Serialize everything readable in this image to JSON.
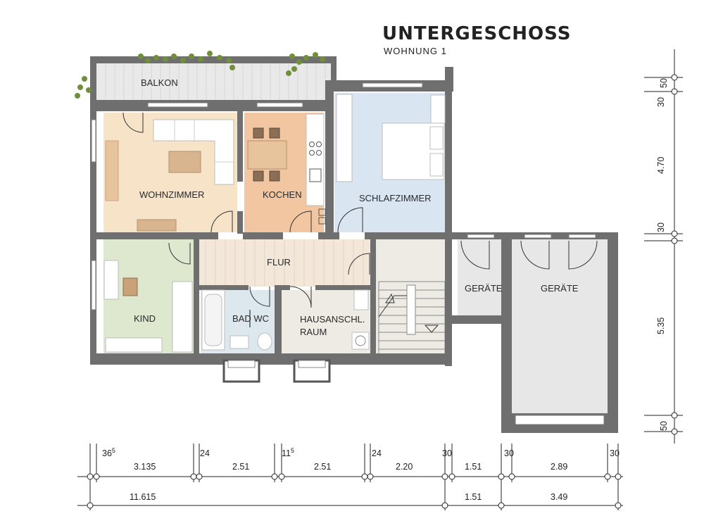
{
  "header": {
    "title": "UNTERGESCHOSS",
    "subtitle": "WOHNUNG 1"
  },
  "rooms": {
    "balkon": "BALKON",
    "wohnzimmer": "WOHNZIMMER",
    "kochen": "KOCHEN",
    "schlafzimmer": "SCHLAFZIMMER",
    "flur": "FLUR",
    "kind": "KIND",
    "bad_wc": "BAD WC",
    "hausanschl_line1": "HAUSANSCHL.",
    "hausanschl_line2": "RAUM",
    "geraete_small": "GERÄTE",
    "geraete_large": "GERÄTE"
  },
  "colors": {
    "wohnzimmer": "#f6e3c8",
    "kochen": "#f2c6a0",
    "schlafzimmer": "#d9e5f1",
    "flur": "#f2e7d8",
    "kind": "#dde8cf",
    "bad": "#dde7ee",
    "hausanschl": "#eeebe5",
    "treppe": "#eeebe5",
    "geraete": "#e7e7e7",
    "balkon": "#e9e9e9",
    "wall": "#6f6f6f"
  },
  "dimensions": {
    "right": {
      "d1": "50",
      "d2": "30",
      "d3": "4.70",
      "d4": "30",
      "d5": "5.35",
      "d6": "50"
    },
    "bottom_top": {
      "w1": "36",
      "w1_sup": "5",
      "w2": "24",
      "w3": "11",
      "w3_sup": "5",
      "w4": "24",
      "w5": "30",
      "w6": "30",
      "w7": "30"
    },
    "bottom_mid": {
      "s1": "3.135",
      "s2": "2.51",
      "s3": "2.51",
      "s4": "2.20",
      "s5": "1.51",
      "s6": "2.89"
    },
    "bottom_total": {
      "t1": "11.615",
      "t2": "1.51",
      "t3": "3.49"
    }
  }
}
